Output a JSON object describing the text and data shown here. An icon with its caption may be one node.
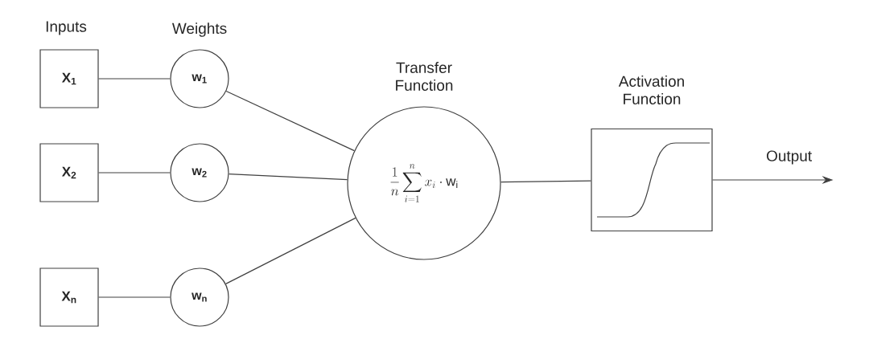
{
  "diagram": {
    "nodes": [
      {
        "text": [
          "X$_{1}$"
        ]
      },
      {
        "text": [
          "X$_{2}$"
        ]
      },
      {
        "text": [
          "X$_{n}$"
        ]
      },
      {
        "text": [
          "w$_{1}$"
        ]
      },
      {
        "text": [
          "w$_{2}$"
        ]
      },
      {
        "text": [
          "w$_{n}$"
        ]
      },
      {
        "text": [
          "Transfer Function",
          "\\frac{1}{n}\\sum_{i=1}^{n} x_i \\cdot \\mathrm{w}_\\mathrm{i}"
        ]
      },
      {
        "text": [
          "Activation Function"
        ]
      }
    ],
    "edges": [
      {
        "from": 0,
        "to": 3,
        "arrow": "none"
      },
      {
        "from": 1,
        "to": 4,
        "arrow": "none"
      },
      {
        "from": 2,
        "to": 5,
        "arrow": "none"
      },
      {
        "from": 3,
        "to": 6,
        "arrow": "none"
      },
      {
        "from": 4,
        "to": 6,
        "arrow": "none"
      },
      {
        "from": 5,
        "to": 6,
        "arrow": "none"
      },
      {
        "from": 6,
        "to": 7,
        "arrow": "none"
      },
      {
        "from": 7,
        "to": null,
        "arrow": "to",
        "label": "Output"
      }
    ],
    "labels": [
      "Inputs",
      "Weights"
    ]
  }
}
